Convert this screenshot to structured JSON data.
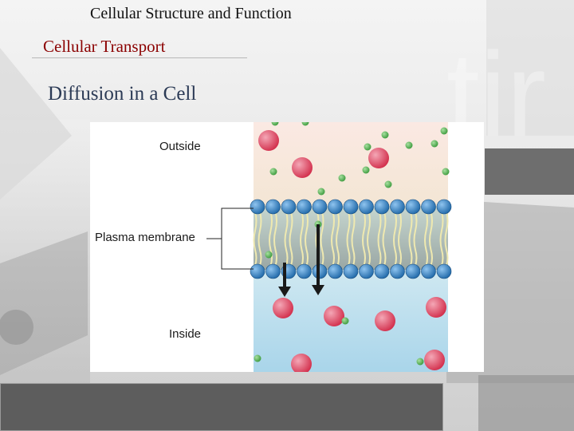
{
  "slide": {
    "header_title": "Cellular Structure and Function",
    "section_title": "Cellular Transport",
    "slide_title": "Diffusion in a Cell"
  },
  "figure": {
    "labels": {
      "outside": "Outside",
      "membrane": "Plasma membrane",
      "inside": "Inside"
    },
    "colors": {
      "outside_fluid": "#f5e6d6",
      "inside_fluid": "#bfe0ee",
      "phospholipid_head": "#2e7fc0",
      "large_molecule": "#e0435c",
      "small_molecule": "#4caf50",
      "arrow": "#1a1a1a"
    }
  },
  "theme": {
    "section_color": "#8b0000",
    "title_color": "#2b3a55"
  }
}
